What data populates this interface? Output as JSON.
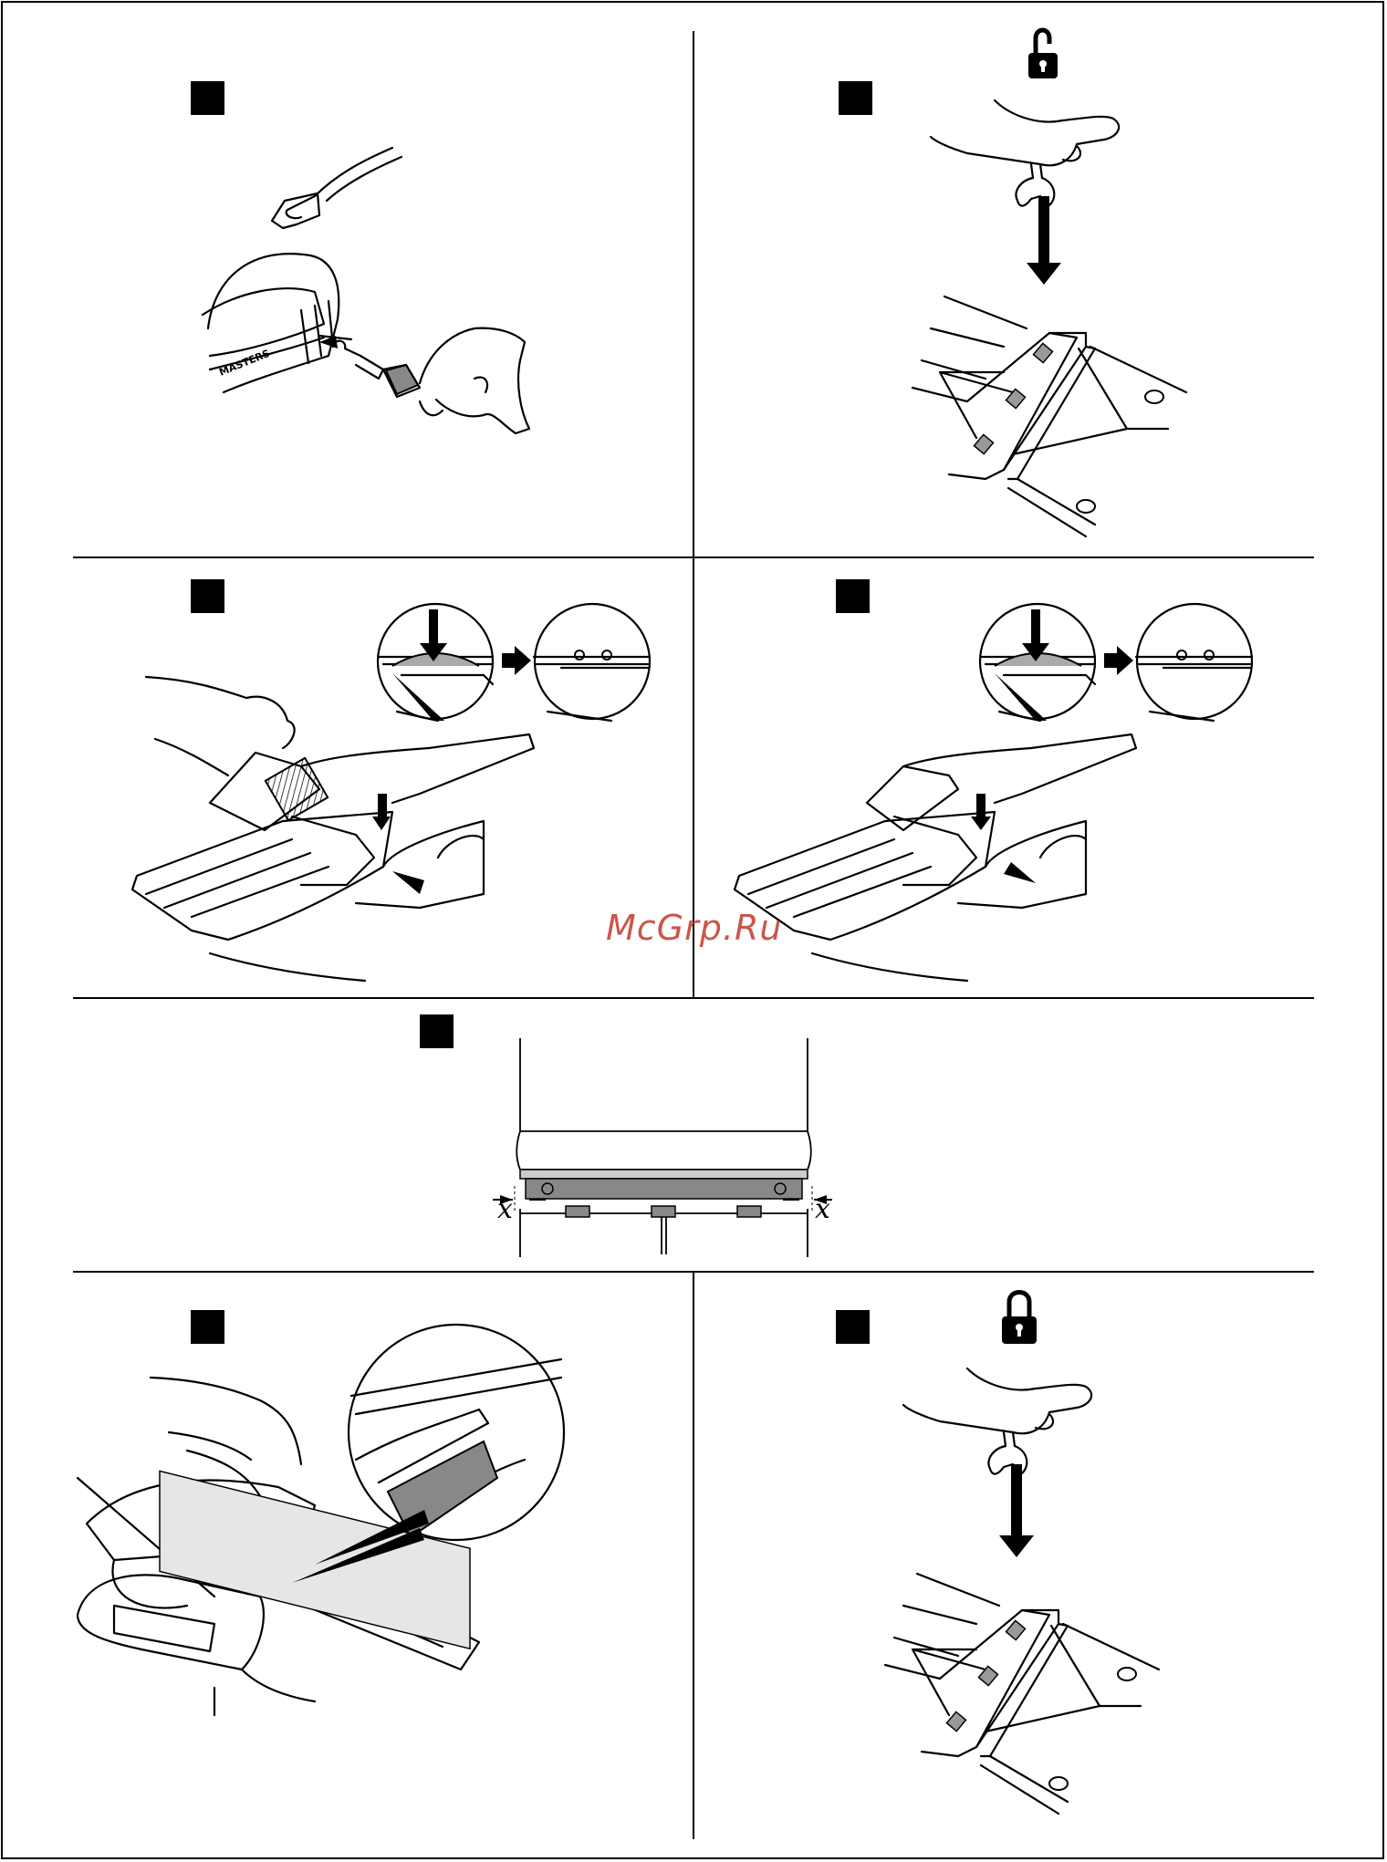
{
  "watermark": "McGrp.Ru",
  "diagram": {
    "brand_label": "MASTERS",
    "clearance_label_left": "x",
    "clearance_label_right": "x"
  },
  "icons": {
    "panel2_top": "unlocked-padlock-icon",
    "panel7_top": "locked-padlock-icon"
  },
  "colors": {
    "line": "#000000",
    "fill_grey": "#888888",
    "light_grey": "#cccccc",
    "watermark": "#c0392b"
  }
}
